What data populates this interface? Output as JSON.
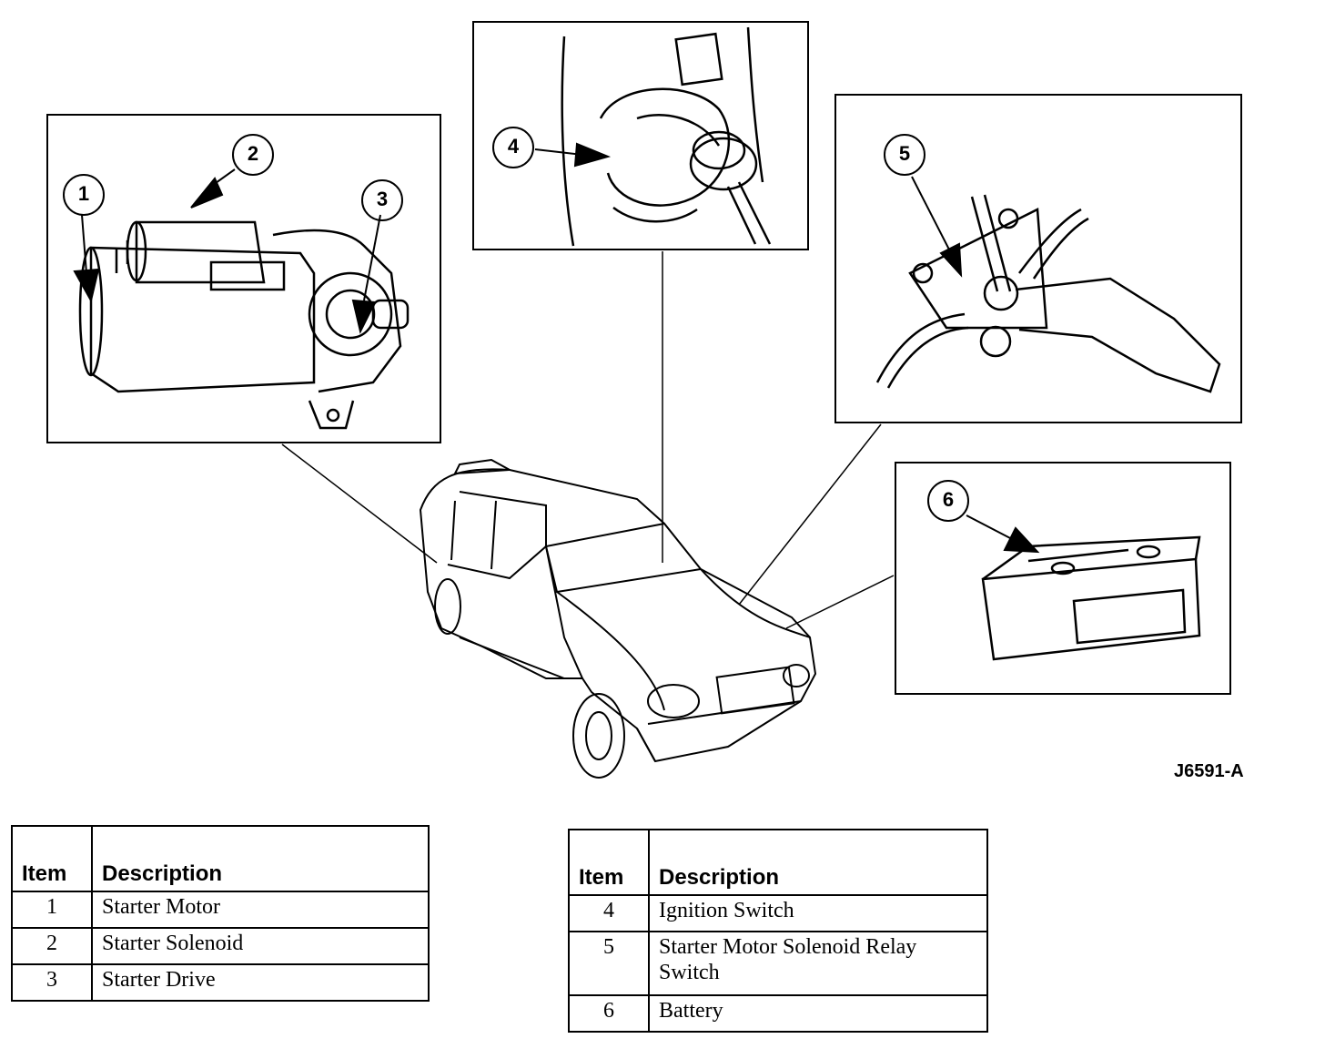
{
  "callouts": [
    "1",
    "2",
    "3",
    "4",
    "5",
    "6"
  ],
  "figure_code": "J6591-A",
  "table_left": {
    "headers": {
      "item": "Item",
      "description": "Description"
    },
    "rows": [
      {
        "item": "1",
        "description": "Starter Motor"
      },
      {
        "item": "2",
        "description": "Starter Solenoid"
      },
      {
        "item": "3",
        "description": "Starter Drive"
      }
    ]
  },
  "table_right": {
    "headers": {
      "item": "Item",
      "description": "Description"
    },
    "rows": [
      {
        "item": "4",
        "description": "Ignition Switch"
      },
      {
        "item": "5",
        "description": "Starter Motor Solenoid Relay Switch"
      },
      {
        "item": "6",
        "description": "Battery"
      }
    ]
  }
}
